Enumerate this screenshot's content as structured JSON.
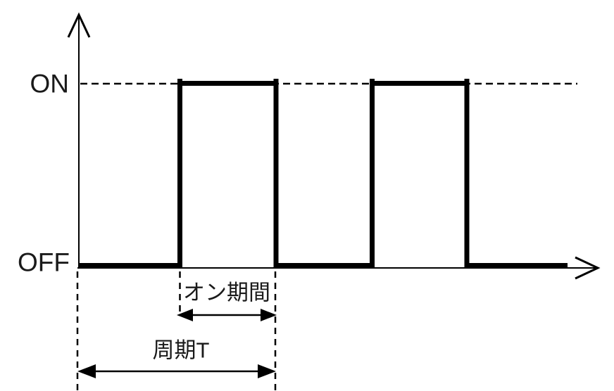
{
  "diagram": {
    "type": "pwm-timing-diagram",
    "colors": {
      "line": "#000000",
      "text": "#1a1a1a",
      "background": "#ffffff"
    },
    "y_axis": {
      "on_label": "ON",
      "off_label": "OFF"
    },
    "annotations": {
      "on_period_label": "オン期間",
      "period_label": "周期T"
    },
    "waveform": {
      "shape": "square-wave",
      "states": [
        "OFF",
        "ON",
        "OFF",
        "ON",
        "OFF"
      ],
      "visible_pulses": 2
    }
  }
}
